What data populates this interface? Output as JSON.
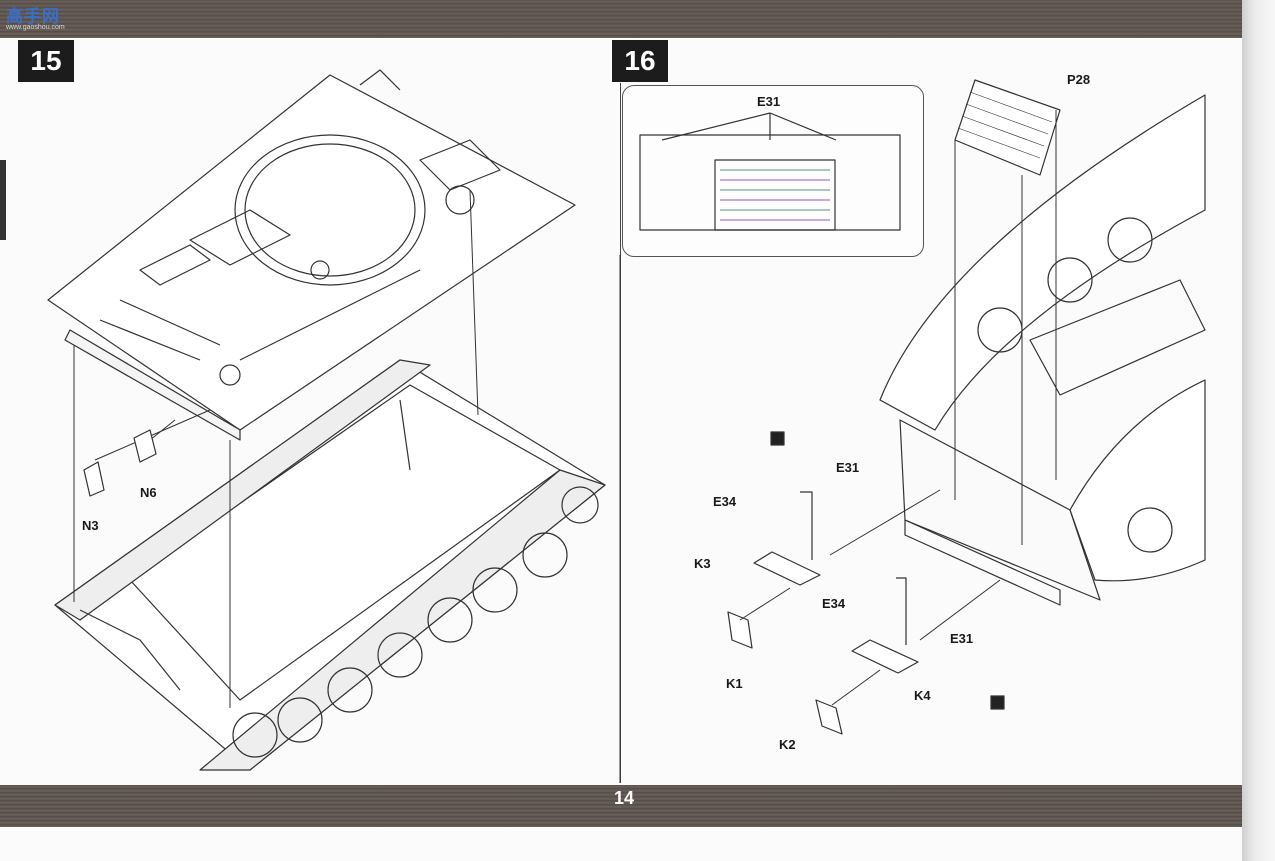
{
  "watermark": {
    "title": "高手网",
    "subtitle": "www.gaoshou.com"
  },
  "page_number": "14",
  "steps": [
    {
      "number": "15",
      "parts": [
        "N3",
        "N6"
      ]
    },
    {
      "number": "16",
      "detail_part": "E31",
      "parts": [
        "P28",
        "E31",
        "E34",
        "K3",
        "E34",
        "E31",
        "K1",
        "K4",
        "K2"
      ]
    }
  ],
  "colors": {
    "band": "#5a514c",
    "badge": "#1c1c1c",
    "line": "#333333"
  }
}
